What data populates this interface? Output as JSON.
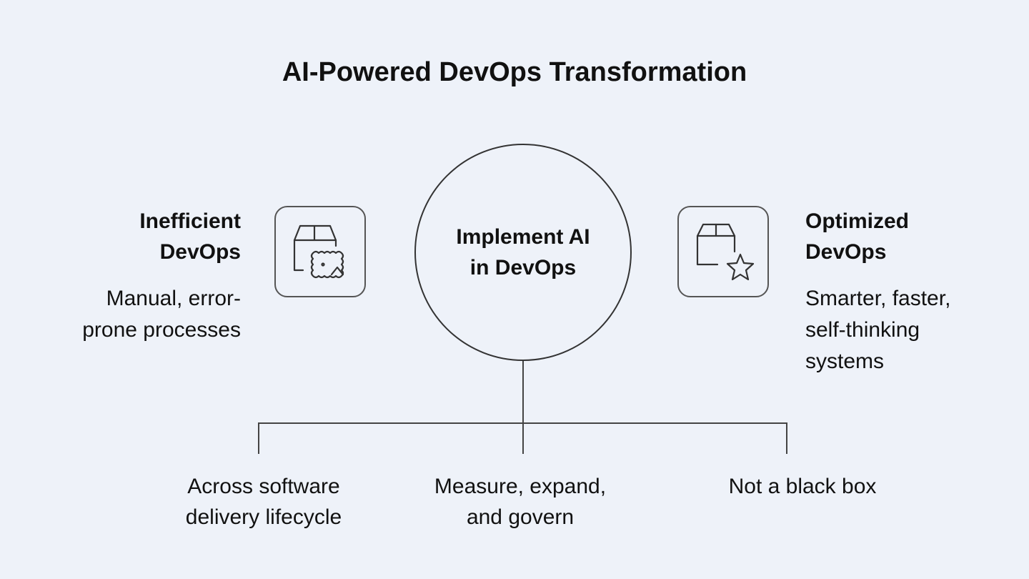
{
  "title": "AI-Powered DevOps Transformation",
  "left": {
    "title_line1": "Inefficient",
    "title_line2": "DevOps",
    "desc_line1": "Manual, error-",
    "desc_line2": "prone processes",
    "icon": "box-with-image-icon"
  },
  "center": {
    "line1": "Implement AI",
    "line2": "in DevOps"
  },
  "right": {
    "title_line1": "Optimized",
    "title_line2": "DevOps",
    "desc_line1": "Smarter, faster,",
    "desc_line2": "self-thinking",
    "desc_line3": "systems",
    "icon": "box-with-star-icon"
  },
  "branches": [
    {
      "line1": "Across software",
      "line2": "delivery lifecycle"
    },
    {
      "line1": "Measure, expand,",
      "line2": "and govern"
    },
    {
      "line1": "Not a black box",
      "line2": ""
    }
  ]
}
